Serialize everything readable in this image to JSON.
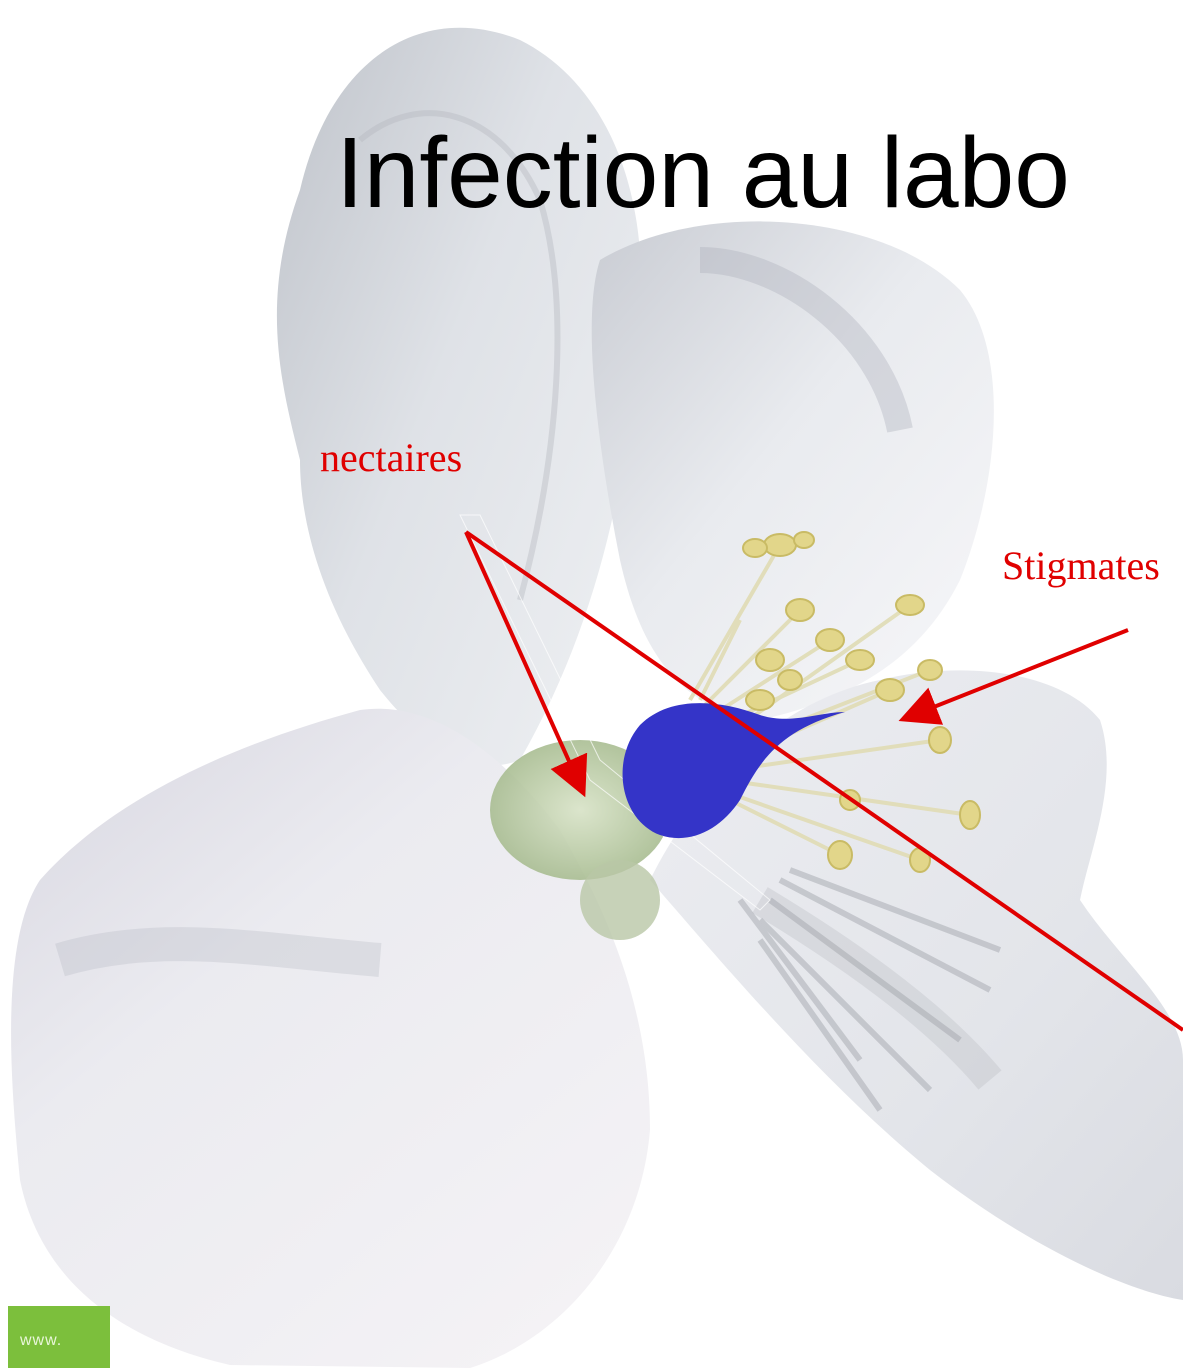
{
  "slide": {
    "title": "Infection au labo",
    "labels": {
      "nectaires": "nectaires",
      "stigmates": "Stigmates"
    }
  },
  "logo": {
    "text": "www."
  },
  "colors": {
    "background": "#ffffff",
    "title": "#000000",
    "label": "#e00000",
    "arrow": "#e00000",
    "droplet": "#3434c8",
    "logo": "#7cbf3c"
  },
  "icons": {
    "droplet": "inoculum-droplet-icon",
    "arrows": "red-arrow-icon"
  }
}
